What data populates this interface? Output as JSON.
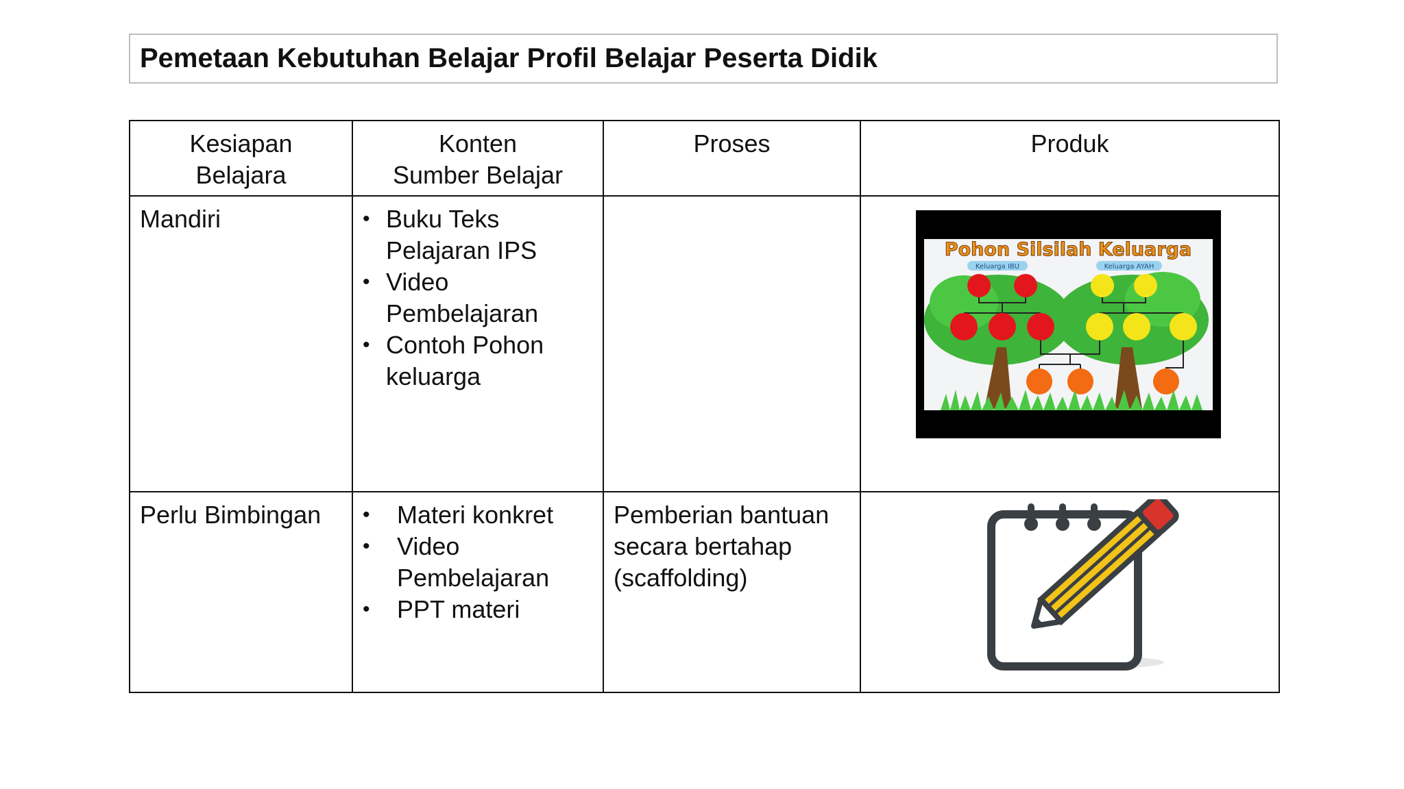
{
  "title": "Pemetaan Kebutuhan Belajar Profil Belajar Peserta Didik",
  "headers": {
    "kesiapan": [
      "Kesiapan",
      "Belajara"
    ],
    "konten": [
      "Konten",
      "Sumber Belajar"
    ],
    "proses": "Proses",
    "produk": "Produk"
  },
  "rows": [
    {
      "kesiapan": "Mandiri",
      "konten": [
        "Buku Teks Pelajaran IPS",
        "Video Pembelajaran",
        "Contoh Pohon keluarga"
      ],
      "proses": "",
      "produk_image": {
        "icon": "family-tree-poster-image",
        "title": "Pohon Silsilah Keluarga",
        "left_label": "Keluarga IBU",
        "right_label": "Keluarga AYAH"
      }
    },
    {
      "kesiapan": "Perlu Bimbingan",
      "konten": [
        "Materi konkret",
        "Video Pembelajaran",
        "PPT materi"
      ],
      "proses": "Pemberian bantuan secara bertahap (scaffolding)",
      "produk_image": {
        "icon": "notepad-pencil-icon"
      }
    }
  ],
  "colors": {
    "poster_title": "#e8931a",
    "apple_red": "#e4161d",
    "apple_yellow": "#f4e51a",
    "apple_orange": "#f36b12",
    "leaves": "#3fb43a",
    "trunk": "#7a4a1d",
    "pencil_body": "#f2c318",
    "pencil_eraser": "#d8342c"
  }
}
